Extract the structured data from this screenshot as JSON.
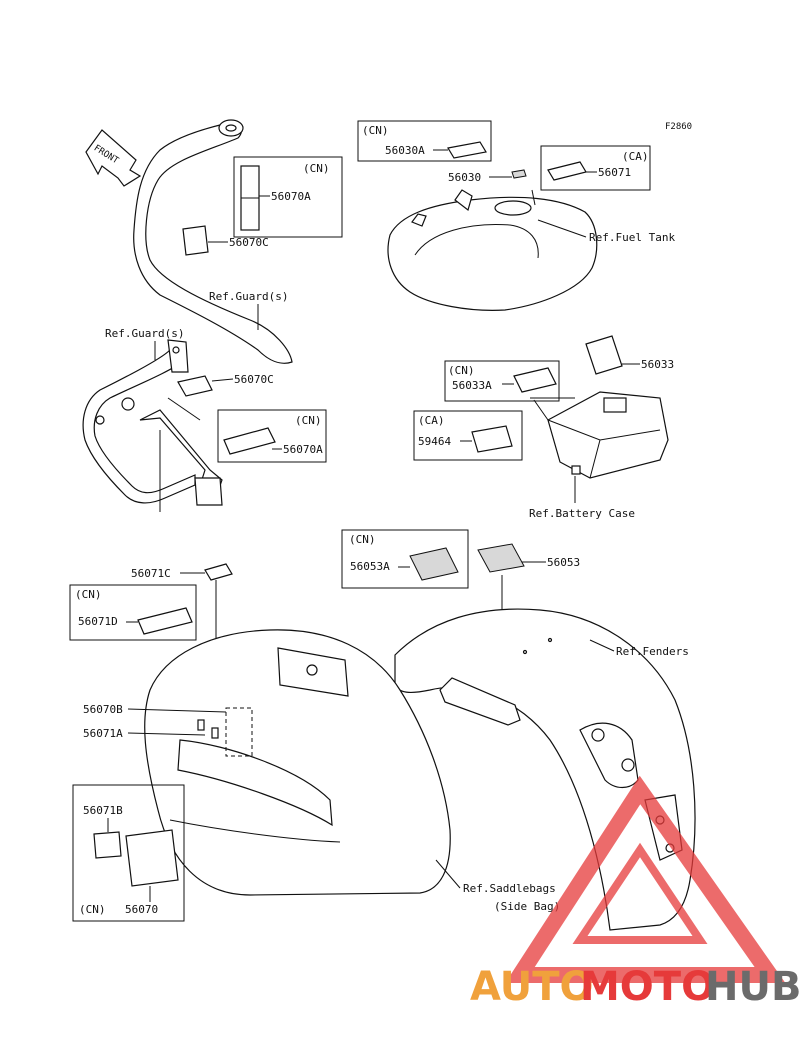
{
  "figure_id": "F2860",
  "front_label": "FRONT",
  "callouts": {
    "c56030A": "56030A",
    "c56030": "56030",
    "c56071": "56071",
    "c56070A_top": "56070A",
    "c56070C_top": "56070C",
    "c56070C_mid": "56070C",
    "c56070A_mid": "56070A",
    "c56033": "56033",
    "c56033A": "56033A",
    "c59464": "59464",
    "c56071C": "56071C",
    "c56071D": "56071D",
    "c56053A": "56053A",
    "c56053": "56053",
    "c56070B": "56070B",
    "c56071A": "56071A",
    "c56071B": "56071B",
    "c56070": "56070"
  },
  "region_tags": {
    "cn": "(CN)",
    "ca": "(CA)"
  },
  "references": {
    "guard_top": "Ref.Guard(s)",
    "guard_left": "Ref.Guard(s)",
    "fuel_tank": "Ref.Fuel Tank",
    "battery_case": "Ref.Battery Case",
    "fenders": "Ref.Fenders",
    "saddlebags_1": "Ref.Saddlebags",
    "saddlebags_2": "(Side Bag)"
  },
  "watermark": {
    "part1": "AUTO",
    "part2": "MOTO",
    "part3": "HUB",
    "color_orange": "#f0a13c",
    "color_red": "#e63a3a",
    "color_gray": "#6b6b6b"
  }
}
